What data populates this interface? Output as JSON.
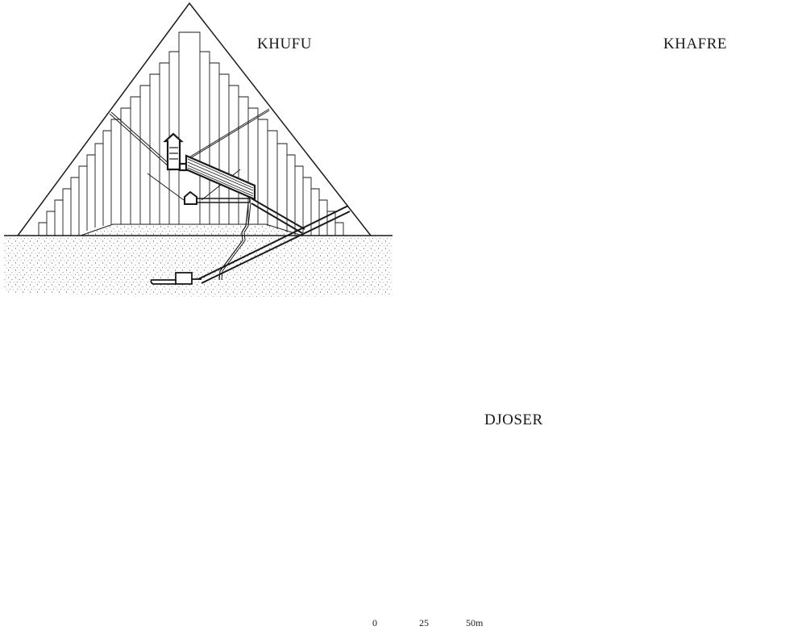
{
  "figure": {
    "description": "Cross-sections of three Egyptian pyramids drawn to common scale",
    "colors": {
      "ink": "#1a1a1a",
      "paper": "#ffffff",
      "ground_stipple": "#555555",
      "fill_dark": "#2a2a2a"
    }
  },
  "pyramids": [
    {
      "id": "khufu",
      "label": "KHUFU"
    },
    {
      "id": "khafre",
      "label": "KHAFRE"
    },
    {
      "id": "djoser",
      "label": "DJOSER"
    }
  ],
  "scale_bar": {
    "ticks": [
      "0",
      "25",
      "50m"
    ],
    "unit": "m"
  }
}
